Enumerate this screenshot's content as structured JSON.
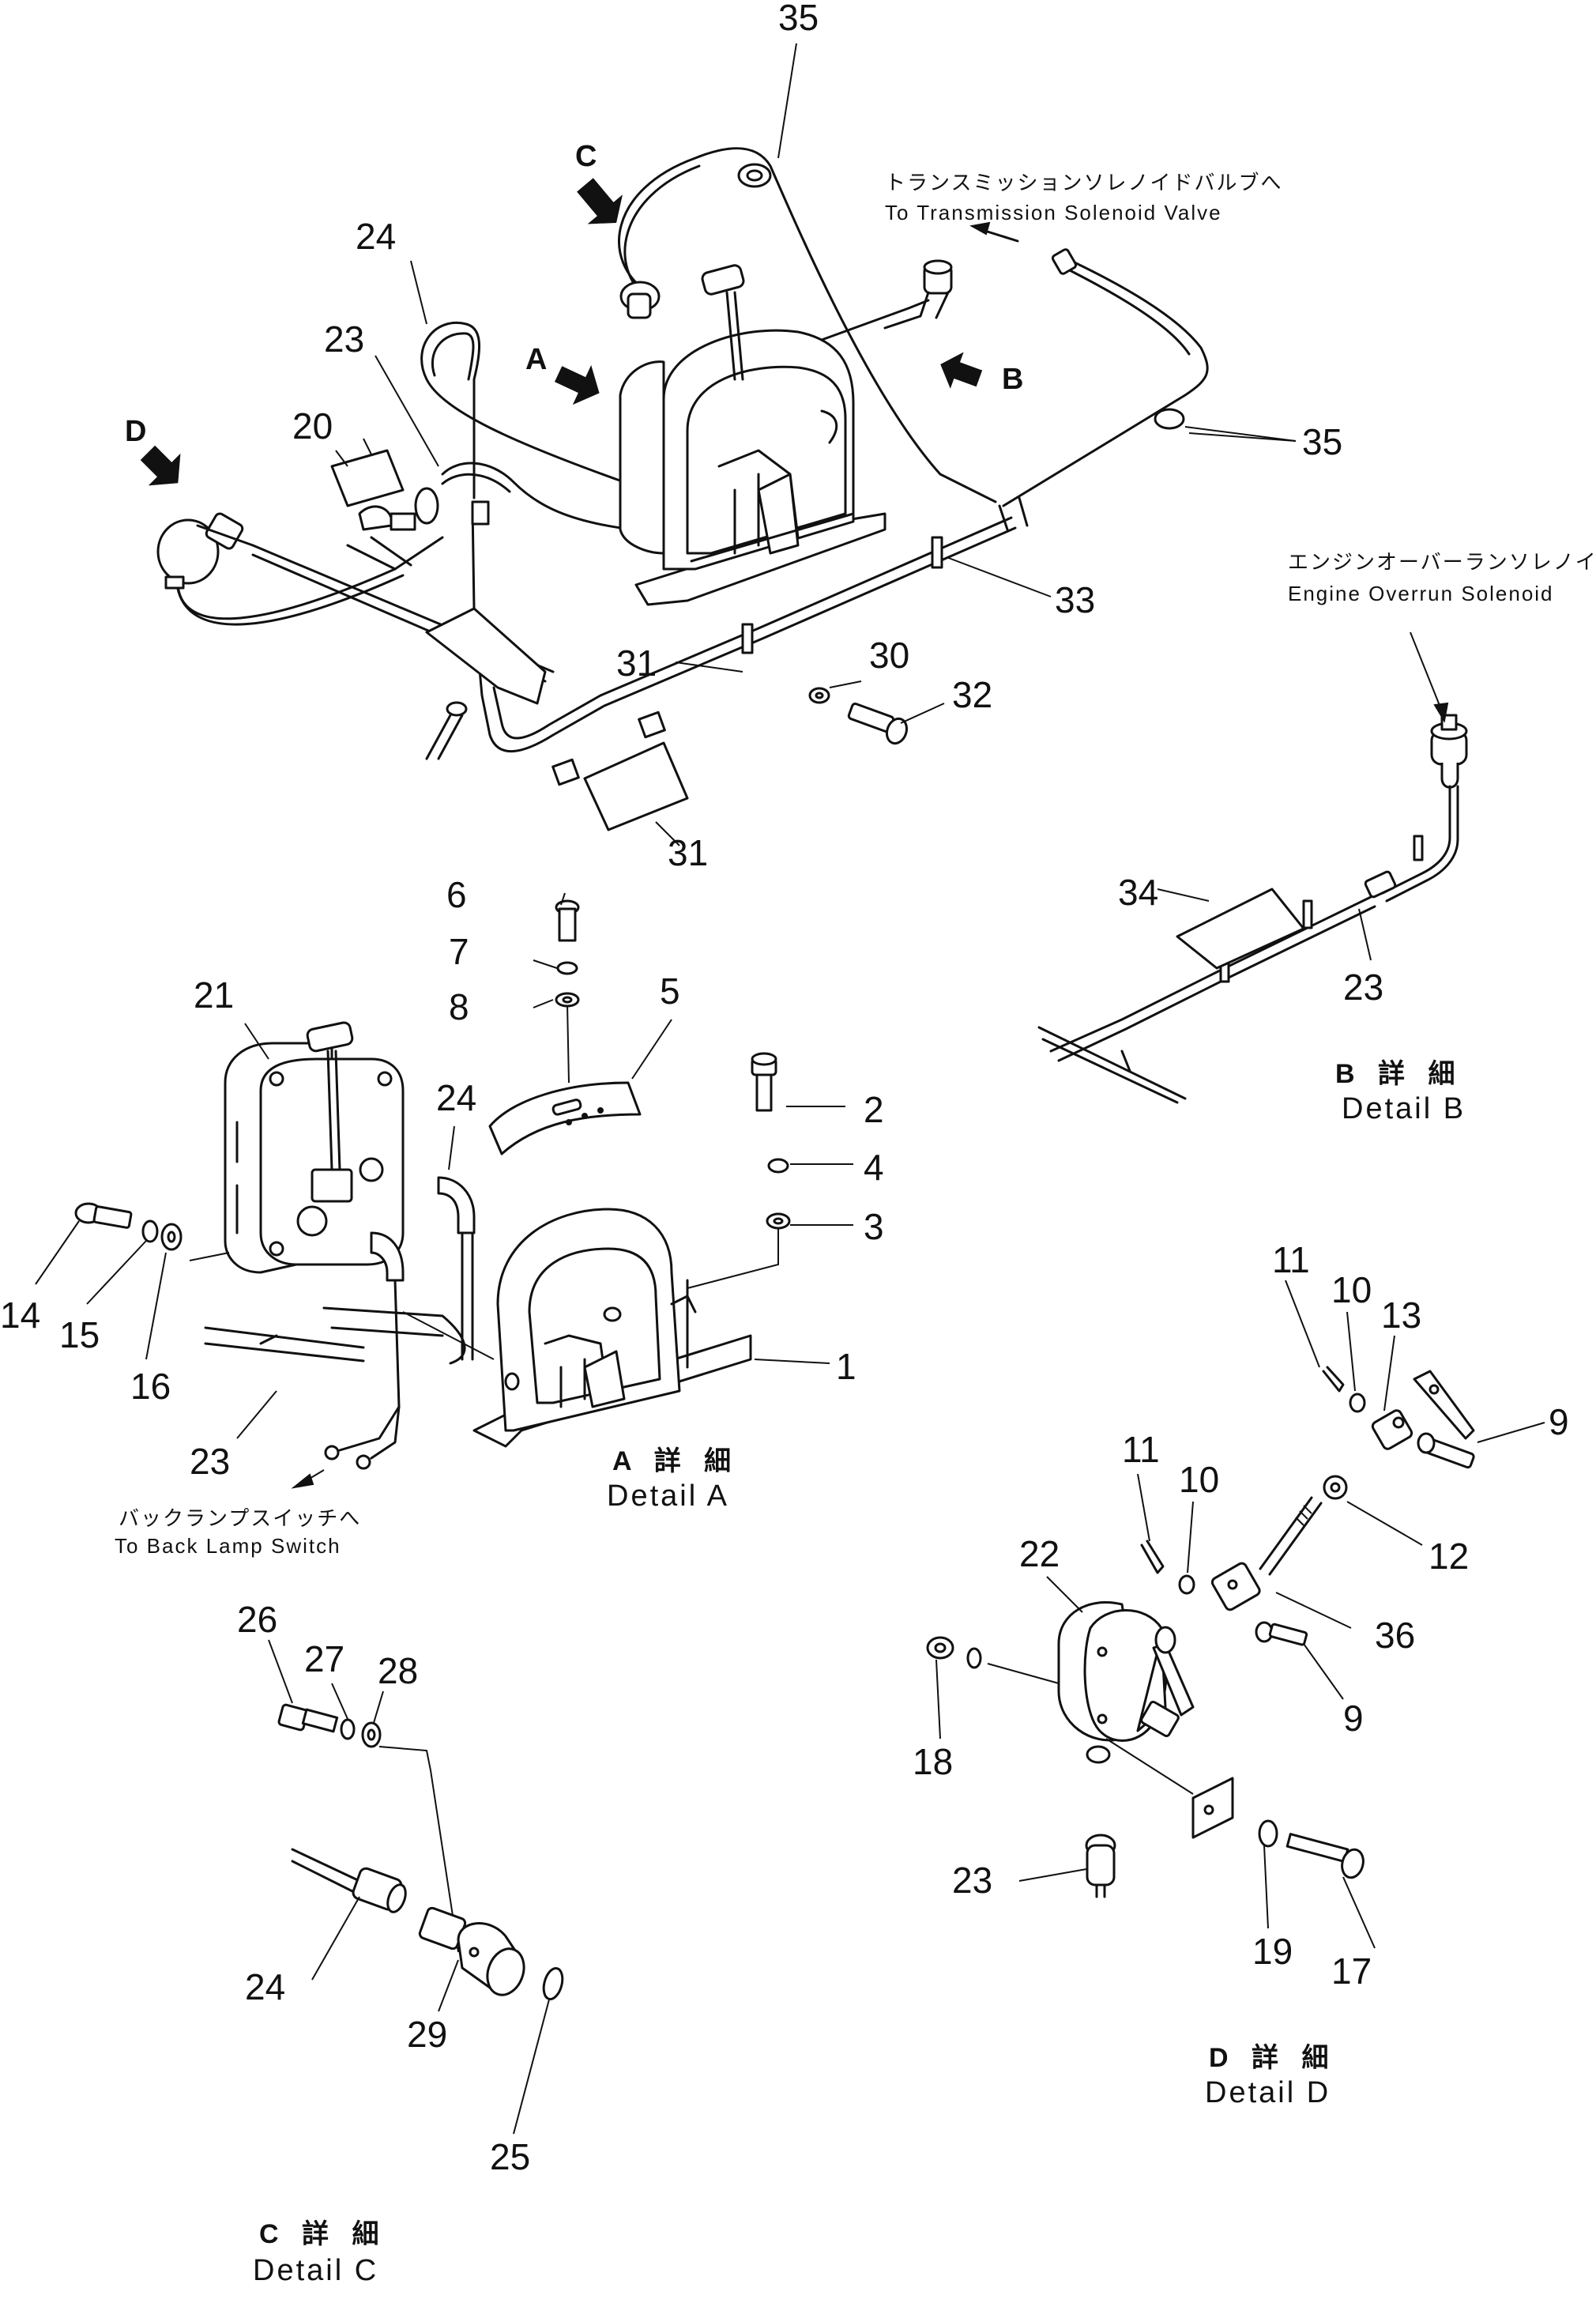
{
  "callouts": {
    "c35a": "35",
    "c35b": "35",
    "c24a": "24",
    "c23a": "23",
    "c20": "20",
    "c33": "33",
    "c31a": "31",
    "c30": "30",
    "c32": "32",
    "c31b": "31",
    "c6": "6",
    "c7": "7",
    "c8": "8",
    "c5": "5",
    "c21": "21",
    "c24b": "24",
    "c2": "2",
    "c4": "4",
    "c3": "3",
    "c14": "14",
    "c15": "15",
    "c16": "16",
    "c1": "1",
    "c23b": "23",
    "c34": "34",
    "c23c": "23",
    "c11a": "11",
    "c10a": "10",
    "c13": "13",
    "c9a": "9",
    "c11b": "11",
    "c10b": "10",
    "c12": "12",
    "c22": "22",
    "c36": "36",
    "c9b": "9",
    "c18": "18",
    "c23d": "23",
    "c19": "19",
    "c17": "17",
    "c26": "26",
    "c27": "27",
    "c28": "28",
    "c24c": "24",
    "c29": "29",
    "c25": "25"
  },
  "view_arrows": {
    "a": "A",
    "b": "B",
    "c": "C",
    "d": "D"
  },
  "notes": {
    "transmission_jp": "トランスミッションソレノイドバルブへ",
    "transmission_en": "To Transmission Solenoid Valve",
    "engine_jp": "エンジンオーバーランソレノイド",
    "engine_en": "Engine Overrun Solenoid",
    "backlamp_jp": "バックランプスイッチへ",
    "backlamp_en": "To Back Lamp Switch"
  },
  "captions": {
    "a_jp": "A 詳 細",
    "a_en": "Detail A",
    "b_jp": "B 詳 細",
    "b_en": "Detail B",
    "c_jp": "C 詳 細",
    "c_en": "Detail C",
    "d_jp": "D 詳 細",
    "d_en": "Detail D"
  }
}
